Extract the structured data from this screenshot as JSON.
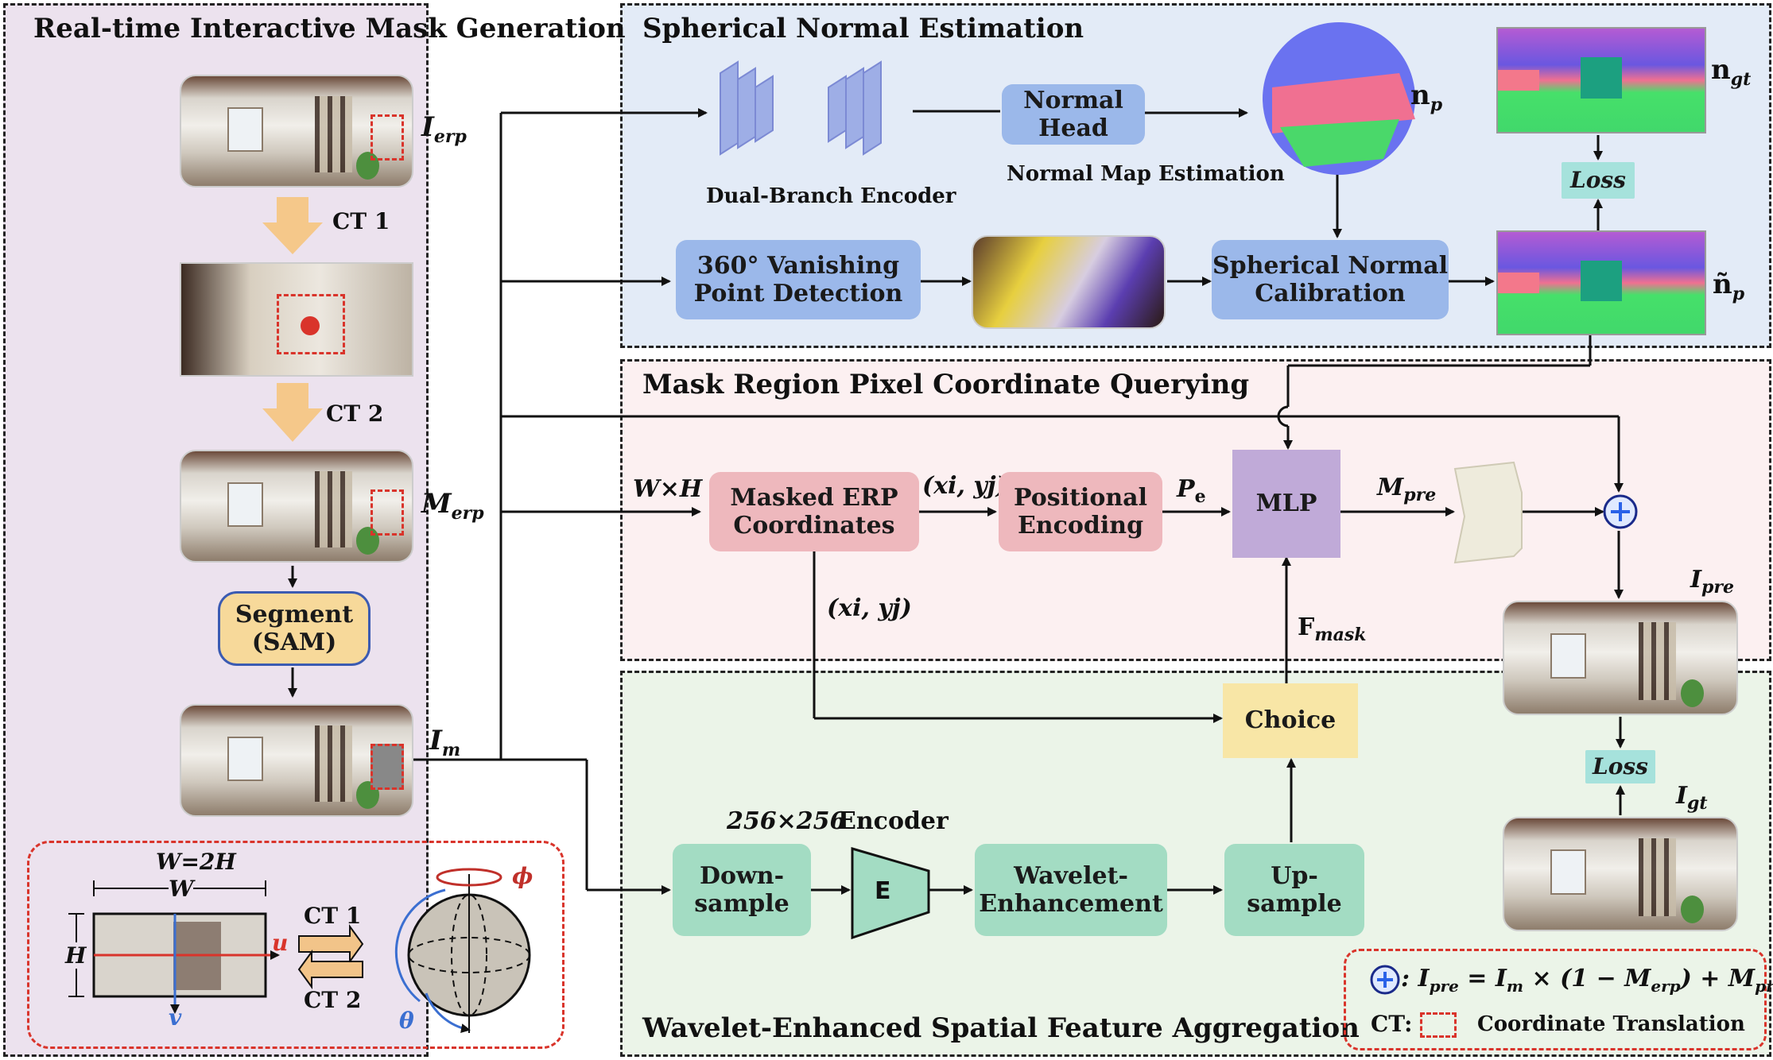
{
  "sections": {
    "interactive_mask": "Real-time Interactive Mask Generation",
    "spherical_normal": "Spherical Normal Estimation",
    "mask_query": "Mask Region Pixel Coordinate Querying",
    "wavelet": "Wavelet-Enhanced Spatial Feature Aggregation"
  },
  "labels": {
    "i_erp": "I",
    "i_erp_sub": "erp",
    "ct1": "CT 1",
    "ct2": "CT 2",
    "m_erp": "M",
    "m_erp_sub": "erp",
    "i_m": "I",
    "i_m_sub": "m",
    "w_eq_2h": "W=2H",
    "w": "W",
    "h": "H",
    "u": "u",
    "v": "v",
    "theta": "θ",
    "phi": "ϕ",
    "dual_branch": "Dual-Branch Encoder",
    "normal_map_est": "Normal Map Estimation",
    "n_p": "n",
    "n_p_sub": "p",
    "n_gt": "n",
    "n_gt_sub": "gt",
    "n_tilde": "ñ",
    "n_tilde_sub": "p",
    "w_x_h": "W×H",
    "xi_yj": "(xi, yj)",
    "pe": "P",
    "pe_sub": "e",
    "m_pre": "M",
    "m_pre_sub": "pre",
    "f_mask": "F",
    "f_mask_sub": "mask",
    "i_pre": "I",
    "i_pre_sub": "pre",
    "i_gt": "I",
    "i_gt_sub": "gt",
    "size_256": "256×256",
    "encoder": "Encoder",
    "legend_eq": ": I",
    "legend_eq_sub": "pre",
    "legend_eq_rest": " = I",
    "legend_eq_sub2": "m",
    "legend_eq_rest2": " × (1 − M",
    "legend_eq_sub3": "erp",
    "legend_eq_rest3": ") + M",
    "legend_eq_sub4": "pre",
    "legend_ct": "CT:",
    "legend_ct_text": "Coordinate Translation",
    "e_letter": "E",
    "plus": "+"
  },
  "boxes": {
    "segment": "Segment\n(SAM)",
    "normal_head": "Normal\nHead",
    "vanishing": "360° Vanishing\nPoint Detection",
    "calibration": "Spherical Normal\nCalibration",
    "loss1": "Loss",
    "loss2": "Loss",
    "masked_erp": "Masked ERP\nCoordinates",
    "positional": "Positional\nEncoding",
    "mlp": "MLP",
    "choice": "Choice",
    "downsample": "Down-\nsample",
    "wavelet": "Wavelet-\nEnhancement",
    "upsample": "Up-\nsample"
  },
  "colors": {
    "panel_left": "#ece2ee",
    "panel_blue": "#e3ebf7",
    "panel_pink": "#fcf0f1",
    "panel_green": "#ebf4e8",
    "box_blue": "#9bb8ea",
    "box_pink": "#eeb8bd",
    "box_purple": "#c0aad8",
    "box_yellow": "#f8e6a6",
    "box_green": "#a3dcc3",
    "box_teal": "#a6e2dc",
    "segment_fill": "#f7d99a",
    "arrow_orange": "#f5c88a",
    "red_dash": "#d9342b"
  }
}
